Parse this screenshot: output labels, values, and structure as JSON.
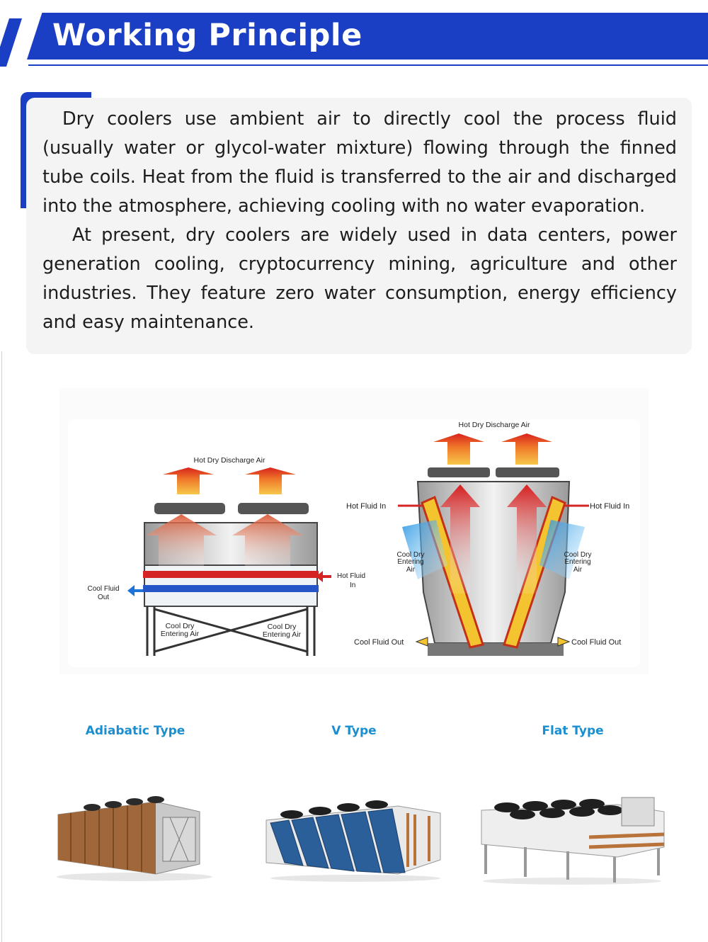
{
  "header": {
    "title": "Working Principle"
  },
  "intro": {
    "paragraph_1": "Dry coolers use ambient air to directly cool the process fluid (usually water or glycol-water mixture) flowing through the finned tube coils. Heat from the fluid is transferred to the air and discharged into the atmosphere, achieving cooling with no water evaporation.",
    "paragraph_2": "At present, dry coolers are widely used in data centers, power generation cooling, cryptocurrency mining, agriculture and other industries. They feature zero water consumption, energy efficiency and easy maintenance."
  },
  "diagram": {
    "left": {
      "discharge": "Hot Dry Discharge Air",
      "hot_in_1": "Hot Fluid",
      "hot_in_2": "In",
      "cool_out_1": "Cool Fluid",
      "cool_out_2": "Out",
      "entering_left_1": "Cool Dry",
      "entering_left_2": "Entering Air",
      "entering_right_1": "Cool Dry",
      "entering_right_2": "Entering Air"
    },
    "right": {
      "discharge": "Hot Dry Discharge Air",
      "hot_in_left": "Hot Fluid In",
      "hot_in_right": "Hot Fluid In",
      "entering_left_1": "Cool Dry",
      "entering_left_2": "Entering",
      "entering_left_3": "Air",
      "entering_right_1": "Cool Dry",
      "entering_right_2": "Entering",
      "entering_right_3": "Air",
      "cool_out_left": "Cool Fluid Out",
      "cool_out_right": "Cool Fluid Out"
    }
  },
  "types": [
    {
      "label": "Adiabatic Type"
    },
    {
      "label": "V Type"
    },
    {
      "label": "Flat Type"
    }
  ],
  "colors": {
    "brand_blue": "#1a3fc4",
    "type_label": "#1a8fd0",
    "hot": "#e23a1e",
    "cool": "#1e73d8"
  }
}
